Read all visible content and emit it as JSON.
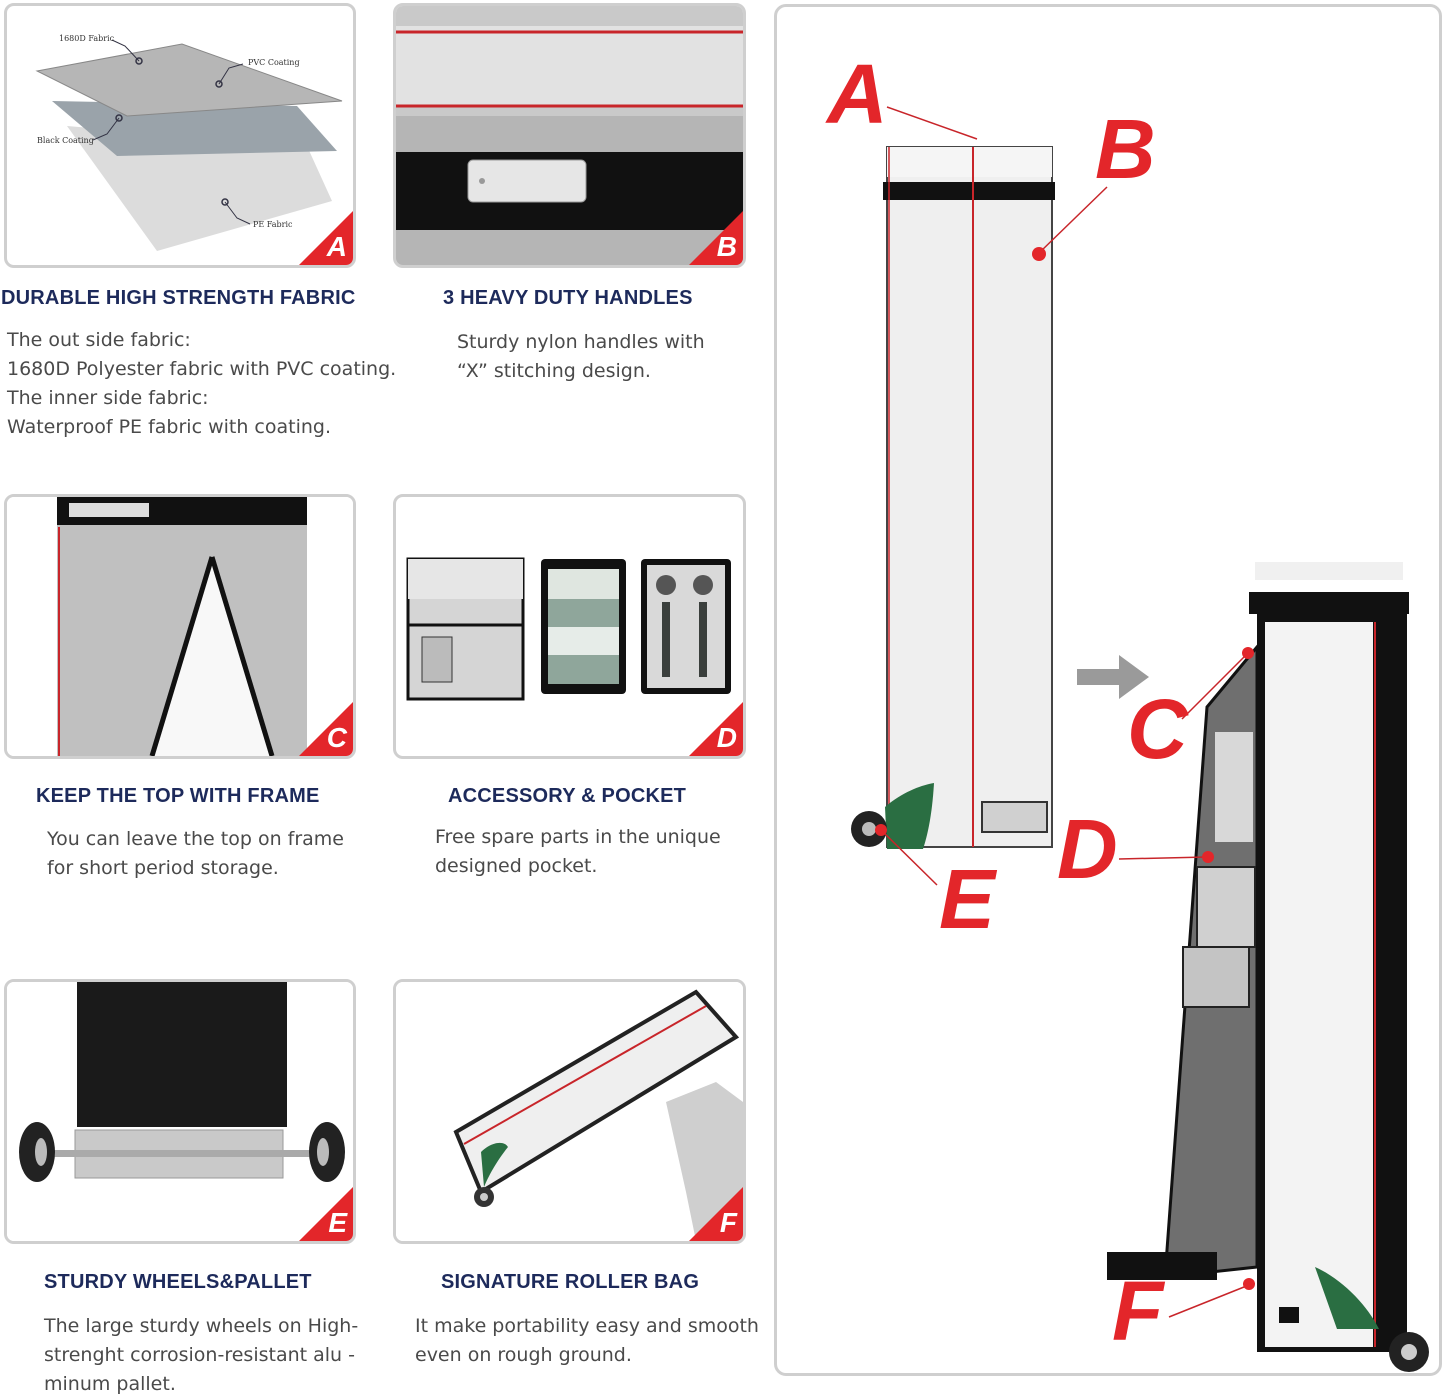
{
  "panels": {
    "a": {
      "badge": "A",
      "heading": "DURABLE HIGH STRENGTH FABRIC",
      "desc": [
        "The out side fabric:",
        "1680D Polyester fabric with PVC coating.",
        "The inner side fabric:",
        "Waterproof PE fabric with coating."
      ],
      "layer_labels": {
        "fabric": "1680D Fabric",
        "pvc": "PVC Coating",
        "black": "Black Coating",
        "pe": "PE Fabric"
      }
    },
    "b": {
      "badge": "B",
      "heading": "3 HEAVY DUTY HANDLES",
      "desc": [
        "Sturdy nylon handles with",
        "“X” stitching design."
      ]
    },
    "c": {
      "badge": "C",
      "heading": "KEEP THE TOP WITH FRAME",
      "desc": [
        "You can leave the top on frame",
        "for short period storage."
      ]
    },
    "d": {
      "badge": "D",
      "heading": "ACCESSORY & POCKET",
      "desc": [
        "Free spare parts in the unique",
        "designed pocket."
      ]
    },
    "e": {
      "badge": "E",
      "heading": "STURDY WHEELS&PALLET",
      "desc": [
        "The large sturdy wheels on  High-",
        "strenght corrosion-resistant alu -",
        "minum pallet."
      ]
    },
    "f": {
      "badge": "F",
      "heading": "SIGNATURE ROLLER BAG",
      "desc": [
        "It make portability easy and smooth",
        "even on rough ground."
      ]
    }
  },
  "diagram": {
    "labels": {
      "a": "A",
      "b": "B",
      "c": "C",
      "d": "D",
      "e": "E",
      "f": "F"
    },
    "accent_color": "#e3262a",
    "heading_color": "#1d2a5b"
  }
}
